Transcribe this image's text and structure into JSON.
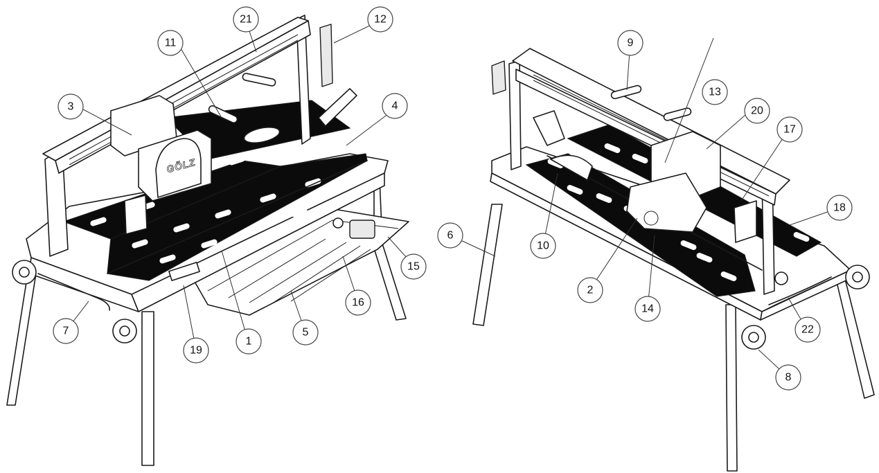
{
  "diagram": {
    "brand_label": "GÖLZ",
    "callouts": [
      {
        "id": "c1",
        "label": "1"
      },
      {
        "id": "c2",
        "label": "2"
      },
      {
        "id": "c3",
        "label": "3"
      },
      {
        "id": "c4",
        "label": "4"
      },
      {
        "id": "c5",
        "label": "5"
      },
      {
        "id": "c6",
        "label": "6"
      },
      {
        "id": "c7",
        "label": "7"
      },
      {
        "id": "c8",
        "label": "8"
      },
      {
        "id": "c9",
        "label": "9"
      },
      {
        "id": "c10",
        "label": "10"
      },
      {
        "id": "c11",
        "label": "11"
      },
      {
        "id": "c12",
        "label": "12"
      },
      {
        "id": "c13",
        "label": "13"
      },
      {
        "id": "c14",
        "label": "14"
      },
      {
        "id": "c15",
        "label": "15"
      },
      {
        "id": "c16",
        "label": "16"
      },
      {
        "id": "c17",
        "label": "17"
      },
      {
        "id": "c18",
        "label": "18"
      },
      {
        "id": "c19",
        "label": "19"
      },
      {
        "id": "c20",
        "label": "20"
      },
      {
        "id": "c21",
        "label": "21"
      },
      {
        "id": "c22",
        "label": "22"
      }
    ]
  }
}
